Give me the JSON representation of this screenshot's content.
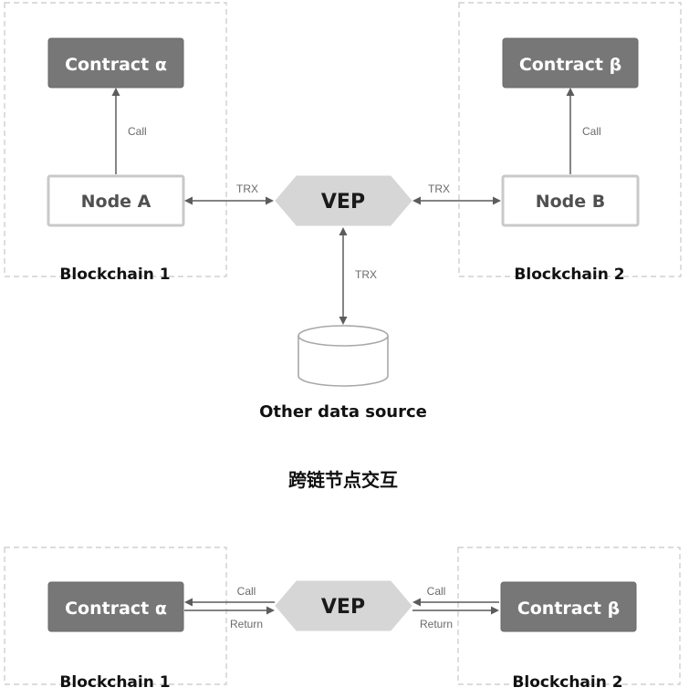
{
  "heading": "跨链节点交互",
  "top": {
    "left_chain": {
      "label": "Blockchain 1",
      "contract": "Contract α",
      "node": "Node A",
      "call_label": "Call",
      "trx_label": "TRX"
    },
    "right_chain": {
      "label": "Blockchain 2",
      "contract": "Contract β",
      "node": "Node B",
      "call_label": "Call",
      "trx_label": "TRX"
    },
    "vep": "VEP",
    "source_link_label": "TRX",
    "data_source": "Other data source"
  },
  "bottom": {
    "left_chain": {
      "label": "Blockchain 1",
      "contract": "Contract α",
      "call_label": "Call",
      "return_label": "Return"
    },
    "right_chain": {
      "label": "Blockchain 2",
      "contract": "Contract β",
      "call_label": "Call",
      "return_label": "Return"
    },
    "vep": "VEP"
  }
}
